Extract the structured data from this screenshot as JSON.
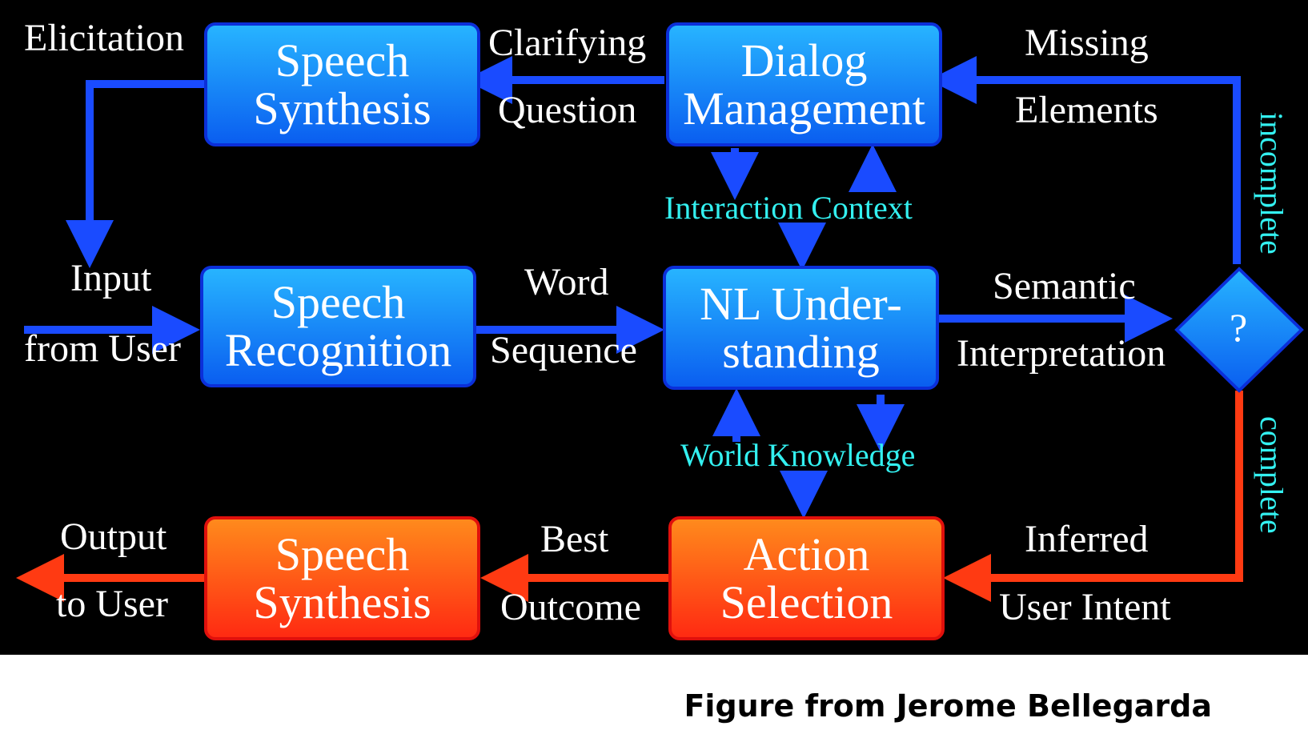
{
  "boxes": {
    "speech_synthesis_top": [
      "Speech",
      "Synthesis"
    ],
    "dialog_management": [
      "Dialog",
      "Management"
    ],
    "speech_recognition": [
      "Speech",
      "Recognition"
    ],
    "nl_understanding": [
      "NL Under-",
      "standing"
    ],
    "speech_synthesis_bottom": [
      "Speech",
      "Synthesis"
    ],
    "action_selection": [
      "Action",
      "Selection"
    ]
  },
  "decision": "?",
  "labels": {
    "elicitation": "Elicitation",
    "clarifying": "Clarifying",
    "question": "Question",
    "missing": "Missing",
    "elements": "Elements",
    "input": "Input",
    "from_user": "from User",
    "word": "Word",
    "sequence": "Sequence",
    "semantic": "Semantic",
    "interpretation": "Interpretation",
    "output": "Output",
    "to_user": "to User",
    "best": "Best",
    "outcome": "Outcome",
    "inferred": "Inferred",
    "user_intent": "User Intent",
    "interaction_context": "Interaction Context",
    "world_knowledge": "World Knowledge",
    "incomplete": "incomplete",
    "complete": "complete"
  },
  "caption": "Figure from Jerome Bellegarda",
  "colors": {
    "background": "#000000",
    "blue_arrow": "#1a4bff",
    "red_arrow": "#ff3a12",
    "cyan_text": "#33f0f0"
  }
}
